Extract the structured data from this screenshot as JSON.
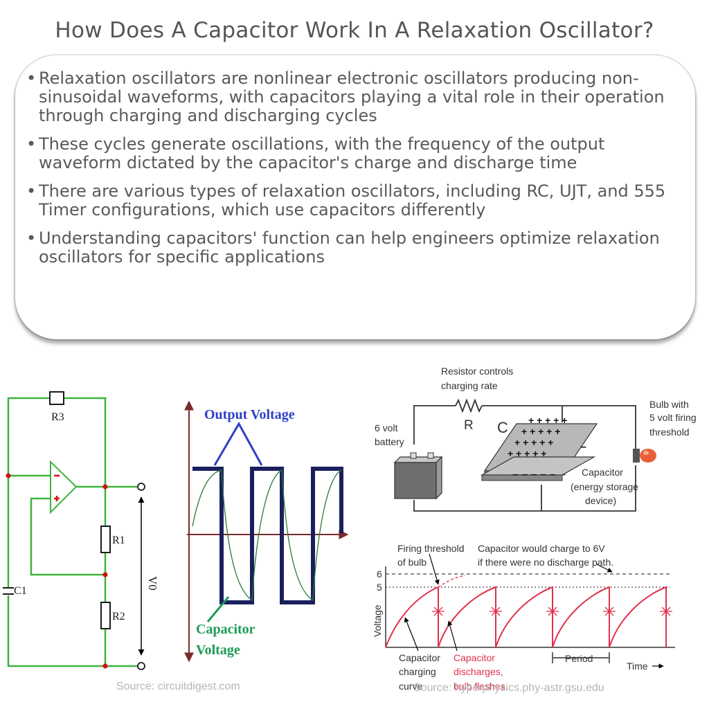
{
  "page_title": "How Does A Capacitor Work In A Relaxation Oscillator?",
  "bullets": [
    "Relaxation oscillators are nonlinear electronic oscillators producing non-sinusoidal waveforms, with capacitors playing a vital role in their operation through charging and discharging cycles",
    "These cycles generate oscillations, with the frequency of the output waveform dictated by the capacitor's charge and discharge time",
    "There are various types of relaxation oscillators, including RC, UJT, and 555 Timer configurations, which use capacitors differently",
    "Understanding capacitors' function can help engineers optimize relaxation oscillators for specific applications"
  ],
  "bullet_marker": "•",
  "circuit": {
    "r3": "R3",
    "r1": "R1",
    "r2": "R2",
    "c1": "C1",
    "vo": "V0",
    "wire_color": "#3cb43c"
  },
  "waveform": {
    "output_voltage_label": "Output Voltage",
    "capacitor_label_1": "Capacitor",
    "capacitor_label_2": "Voltage",
    "output_color": "#1a1f5c",
    "label_blue": "#2d3fc8",
    "label_green": "#1e9a55",
    "axis_color": "#7a2a2a"
  },
  "bulb_circuit": {
    "resistor_note_1": "Resistor controls",
    "resistor_note_2": "charging rate",
    "r": "R",
    "c": "C",
    "battery_1": "6 volt",
    "battery_2": "battery",
    "bulb_1": "Bulb with",
    "bulb_2": "5 volt firing",
    "bulb_3": "threshold",
    "cap_1": "Capacitor",
    "cap_2": "(energy storage",
    "cap_3": "device)"
  },
  "charge_graph": {
    "firing_1": "Firing threshold",
    "firing_2": "of bulb",
    "would_1": "Capacitor would charge to 6V",
    "would_2": "if there were no discharge path.",
    "y6": "6",
    "y5": "5",
    "ylabel": "Voltage",
    "curve_1": "Capacitor",
    "curve_2": "charging",
    "curve_3": "curve",
    "dis_1": "Capacitor",
    "dis_2": "discharges,",
    "dis_3": "bulb flashes.",
    "period": "Period",
    "time": "Time",
    "red": "#e0304a"
  },
  "captions": {
    "left": "Source: circuitdigest.com",
    "right": "Source: hyperphysics.phy-astr.gsu.edu"
  }
}
